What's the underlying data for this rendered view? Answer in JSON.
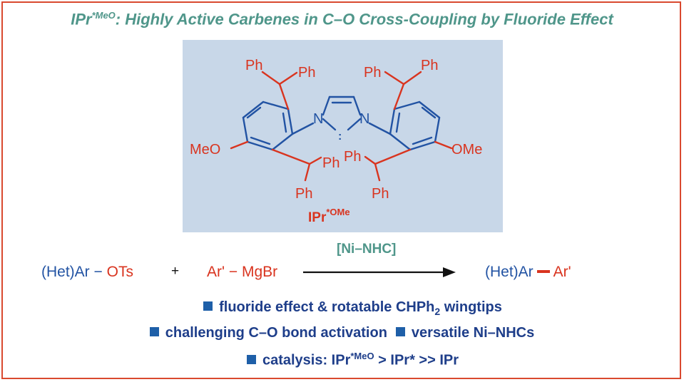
{
  "title": {
    "main": "IPr",
    "sup": "*MeO",
    "rest": ": Highly Active Carbenes in C–O Cross-Coupling by Fluoride Effect"
  },
  "structure": {
    "ph": "Ph",
    "meo_left": "MeO",
    "ome_right": "OMe",
    "n": "N",
    "carbene": ":",
    "label_main": "IPr",
    "label_sup": "*OMe"
  },
  "reaction": {
    "reactant1_a": "(Het)Ar",
    "reactant1_b": "OTs",
    "plus": "+",
    "reactant2_a": "Ar'",
    "reactant2_b": "MgBr",
    "conditions": "[Ni–NHC]",
    "product_a": "(Het)Ar",
    "product_b": "Ar'"
  },
  "bullets": {
    "b1_pre": "fluoride effect & rotatable CHPh",
    "b1_sub": "2",
    "b1_post": " wingtips",
    "b2_a": "challenging C–O bond activation",
    "b2_b": "versatile Ni–NHCs",
    "b3_pre": "catalysis: IPr",
    "b3_sup": "*MeO",
    "b3_post": " > IPr* >> IPr"
  },
  "colors": {
    "frame": "#d9492f",
    "title": "#4f968a",
    "structure_bg": "#c8d7e8",
    "blue": "#2253a3",
    "red": "#d9341f",
    "bullet": "#1e3e8a"
  }
}
